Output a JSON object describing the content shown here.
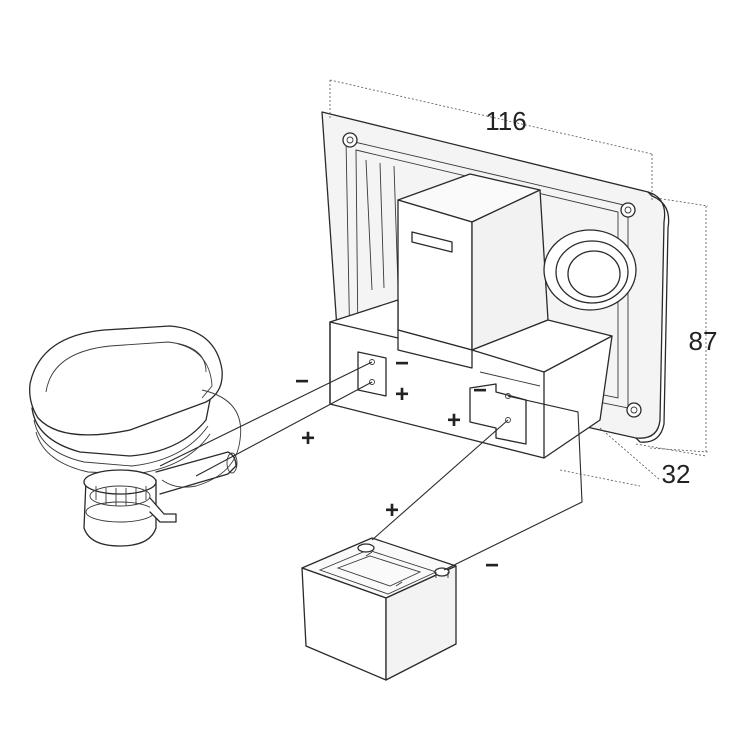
{
  "dimensions": {
    "width": "116",
    "height": "87",
    "depth": "32"
  },
  "polarity": {
    "plus": "+",
    "minus": "−"
  },
  "components": [
    "toilet",
    "control-panel",
    "battery"
  ]
}
